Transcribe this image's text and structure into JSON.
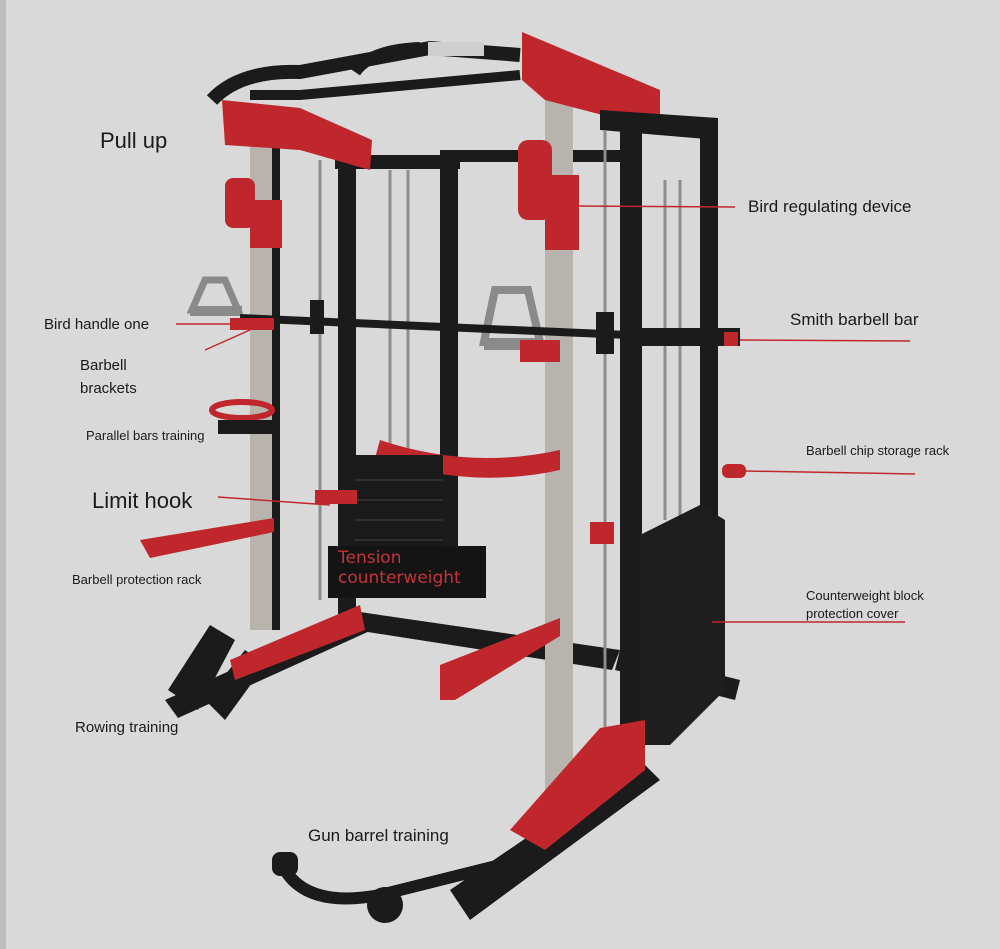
{
  "labels": {
    "pull_up": "Pull up",
    "bird_handle_one": "Bird handle one",
    "barbell_brackets_line1": "Barbell",
    "barbell_brackets_line2": "brackets",
    "parallel_bars_training": "Parallel bars training",
    "limit_hook": "Limit hook",
    "barbell_protection_rack": "Barbell protection rack",
    "rowing_training": "Rowing training",
    "gun_barrel_training": "Gun barrel training",
    "bird_regulating_device": "Bird regulating device",
    "smith_barbell_bar": "Smith barbell bar",
    "barbell_chip_storage_rack": "Barbell chip storage rack",
    "counterweight_line1": "Counterweight block",
    "counterweight_line2": "protection cover",
    "tension_line1": "Tension",
    "tension_line2": "counterweight"
  },
  "colors": {
    "background": "#d9d9d9",
    "frame_black": "#1b1b1b",
    "frame_red": "#c0272d",
    "steel": "#b8b3ac",
    "leader_line": "#c0272d"
  }
}
